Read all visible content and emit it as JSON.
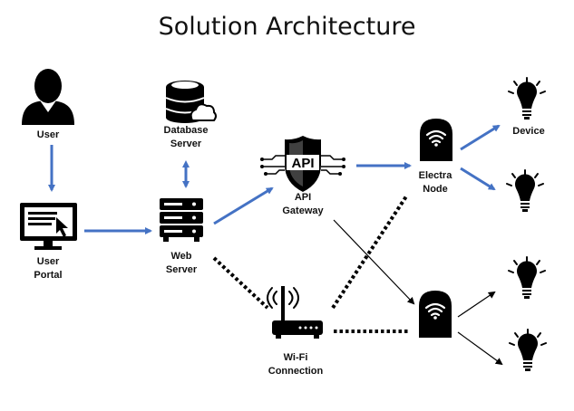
{
  "title": "Solution Architecture",
  "labels": {
    "user": "User",
    "user_portal": "User\nPortal",
    "database_server": "Database\nServer",
    "web_server": "Web\nServer",
    "api_gateway": "API\nGateway",
    "api_badge": "API",
    "electra_node": "Electra\nNode",
    "wifi_connection": "Wi-Fi\nConnection",
    "device": "Device"
  },
  "colors": {
    "accent": "#4472c4",
    "icon": "#000000",
    "background": "#ffffff"
  }
}
